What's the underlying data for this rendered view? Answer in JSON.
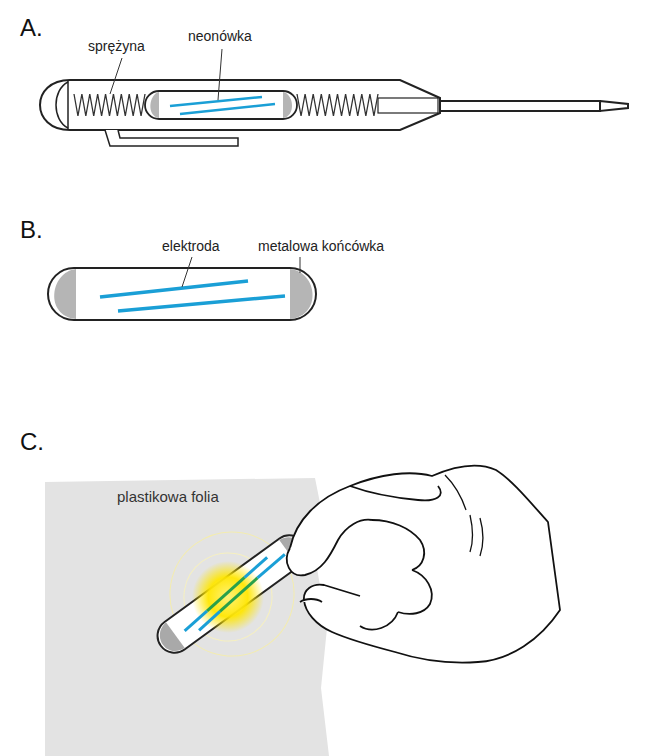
{
  "diagram": {
    "nodes": [
      {
        "text": [
          "plastikowa folia"
        ]
      }
    ],
    "labels": [
      "A.",
      "sprężyna",
      "neonówka",
      "B.",
      "elektroda",
      "metalowa końcówka",
      "C."
    ]
  }
}
